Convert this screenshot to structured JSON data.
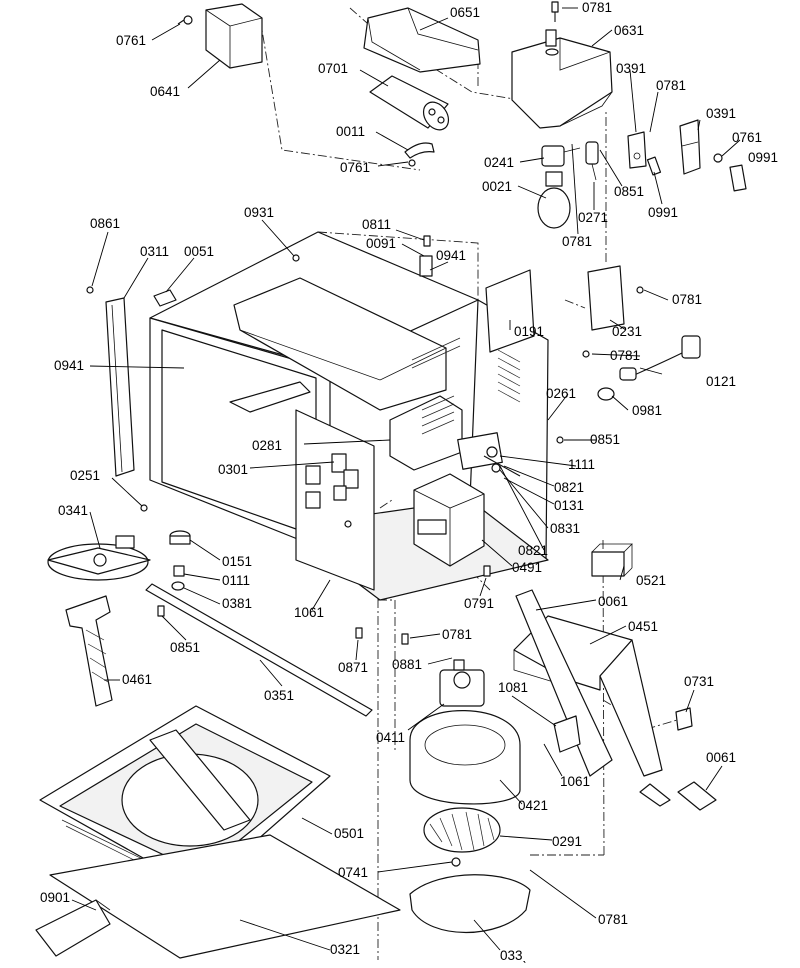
{
  "diagram": {
    "type": "exploded-parts-view",
    "labels": {
      "p0761a": "0761",
      "p0641": "0641",
      "p0651": "0651",
      "p0701": "0701",
      "p0011": "0011",
      "p0761b": "0761",
      "p0781a": "0781",
      "p0631": "0631",
      "p0391a": "0391",
      "p0781b": "0781",
      "p0391b": "0391",
      "p0761c": "0761",
      "p0991a": "0991",
      "p0241": "0241",
      "p0021": "0021",
      "p0851a": "0851",
      "p0271": "0271",
      "p0991b": "0991",
      "p0781c": "0781",
      "p0861": "0861",
      "p0311": "0311",
      "p0051": "0051",
      "p0931": "0931",
      "p0811": "0811",
      "p0091": "0091",
      "p0941a": "0941",
      "p0781d": "0781",
      "p0191": "0191",
      "p0231": "0231",
      "p0941b": "0941",
      "p0781e": "0781",
      "p0121": "0121",
      "p0261": "0261",
      "p0981": "0981",
      "p0851b": "0851",
      "p0281": "0281",
      "p1111": "1111",
      "p0301": "0301",
      "p0821a": "0821",
      "p0131": "0131",
      "p0251": "0251",
      "p0831": "0831",
      "p0341": "0341",
      "p0821b": "0821",
      "p0151": "0151",
      "p0491": "0491",
      "p0521": "0521",
      "p0111": "0111",
      "p0381": "0381",
      "p1061a": "1061",
      "p0791": "0791",
      "p0061a": "0061",
      "p0851c": "0851",
      "p0451": "0451",
      "p0781f": "0781",
      "p0871": "0871",
      "p0881": "0881",
      "p0461": "0461",
      "p0731": "0731",
      "p1081": "1081",
      "p0351": "0351",
      "p0411": "0411",
      "p1061b": "1061",
      "p0061b": "0061",
      "p0421": "0421",
      "p0501": "0501",
      "p0291": "0291",
      "p0741": "0741",
      "p0901": "0901",
      "p0781g": "0781",
      "p0321": "0321",
      "p0331": "033ˎ"
    }
  }
}
